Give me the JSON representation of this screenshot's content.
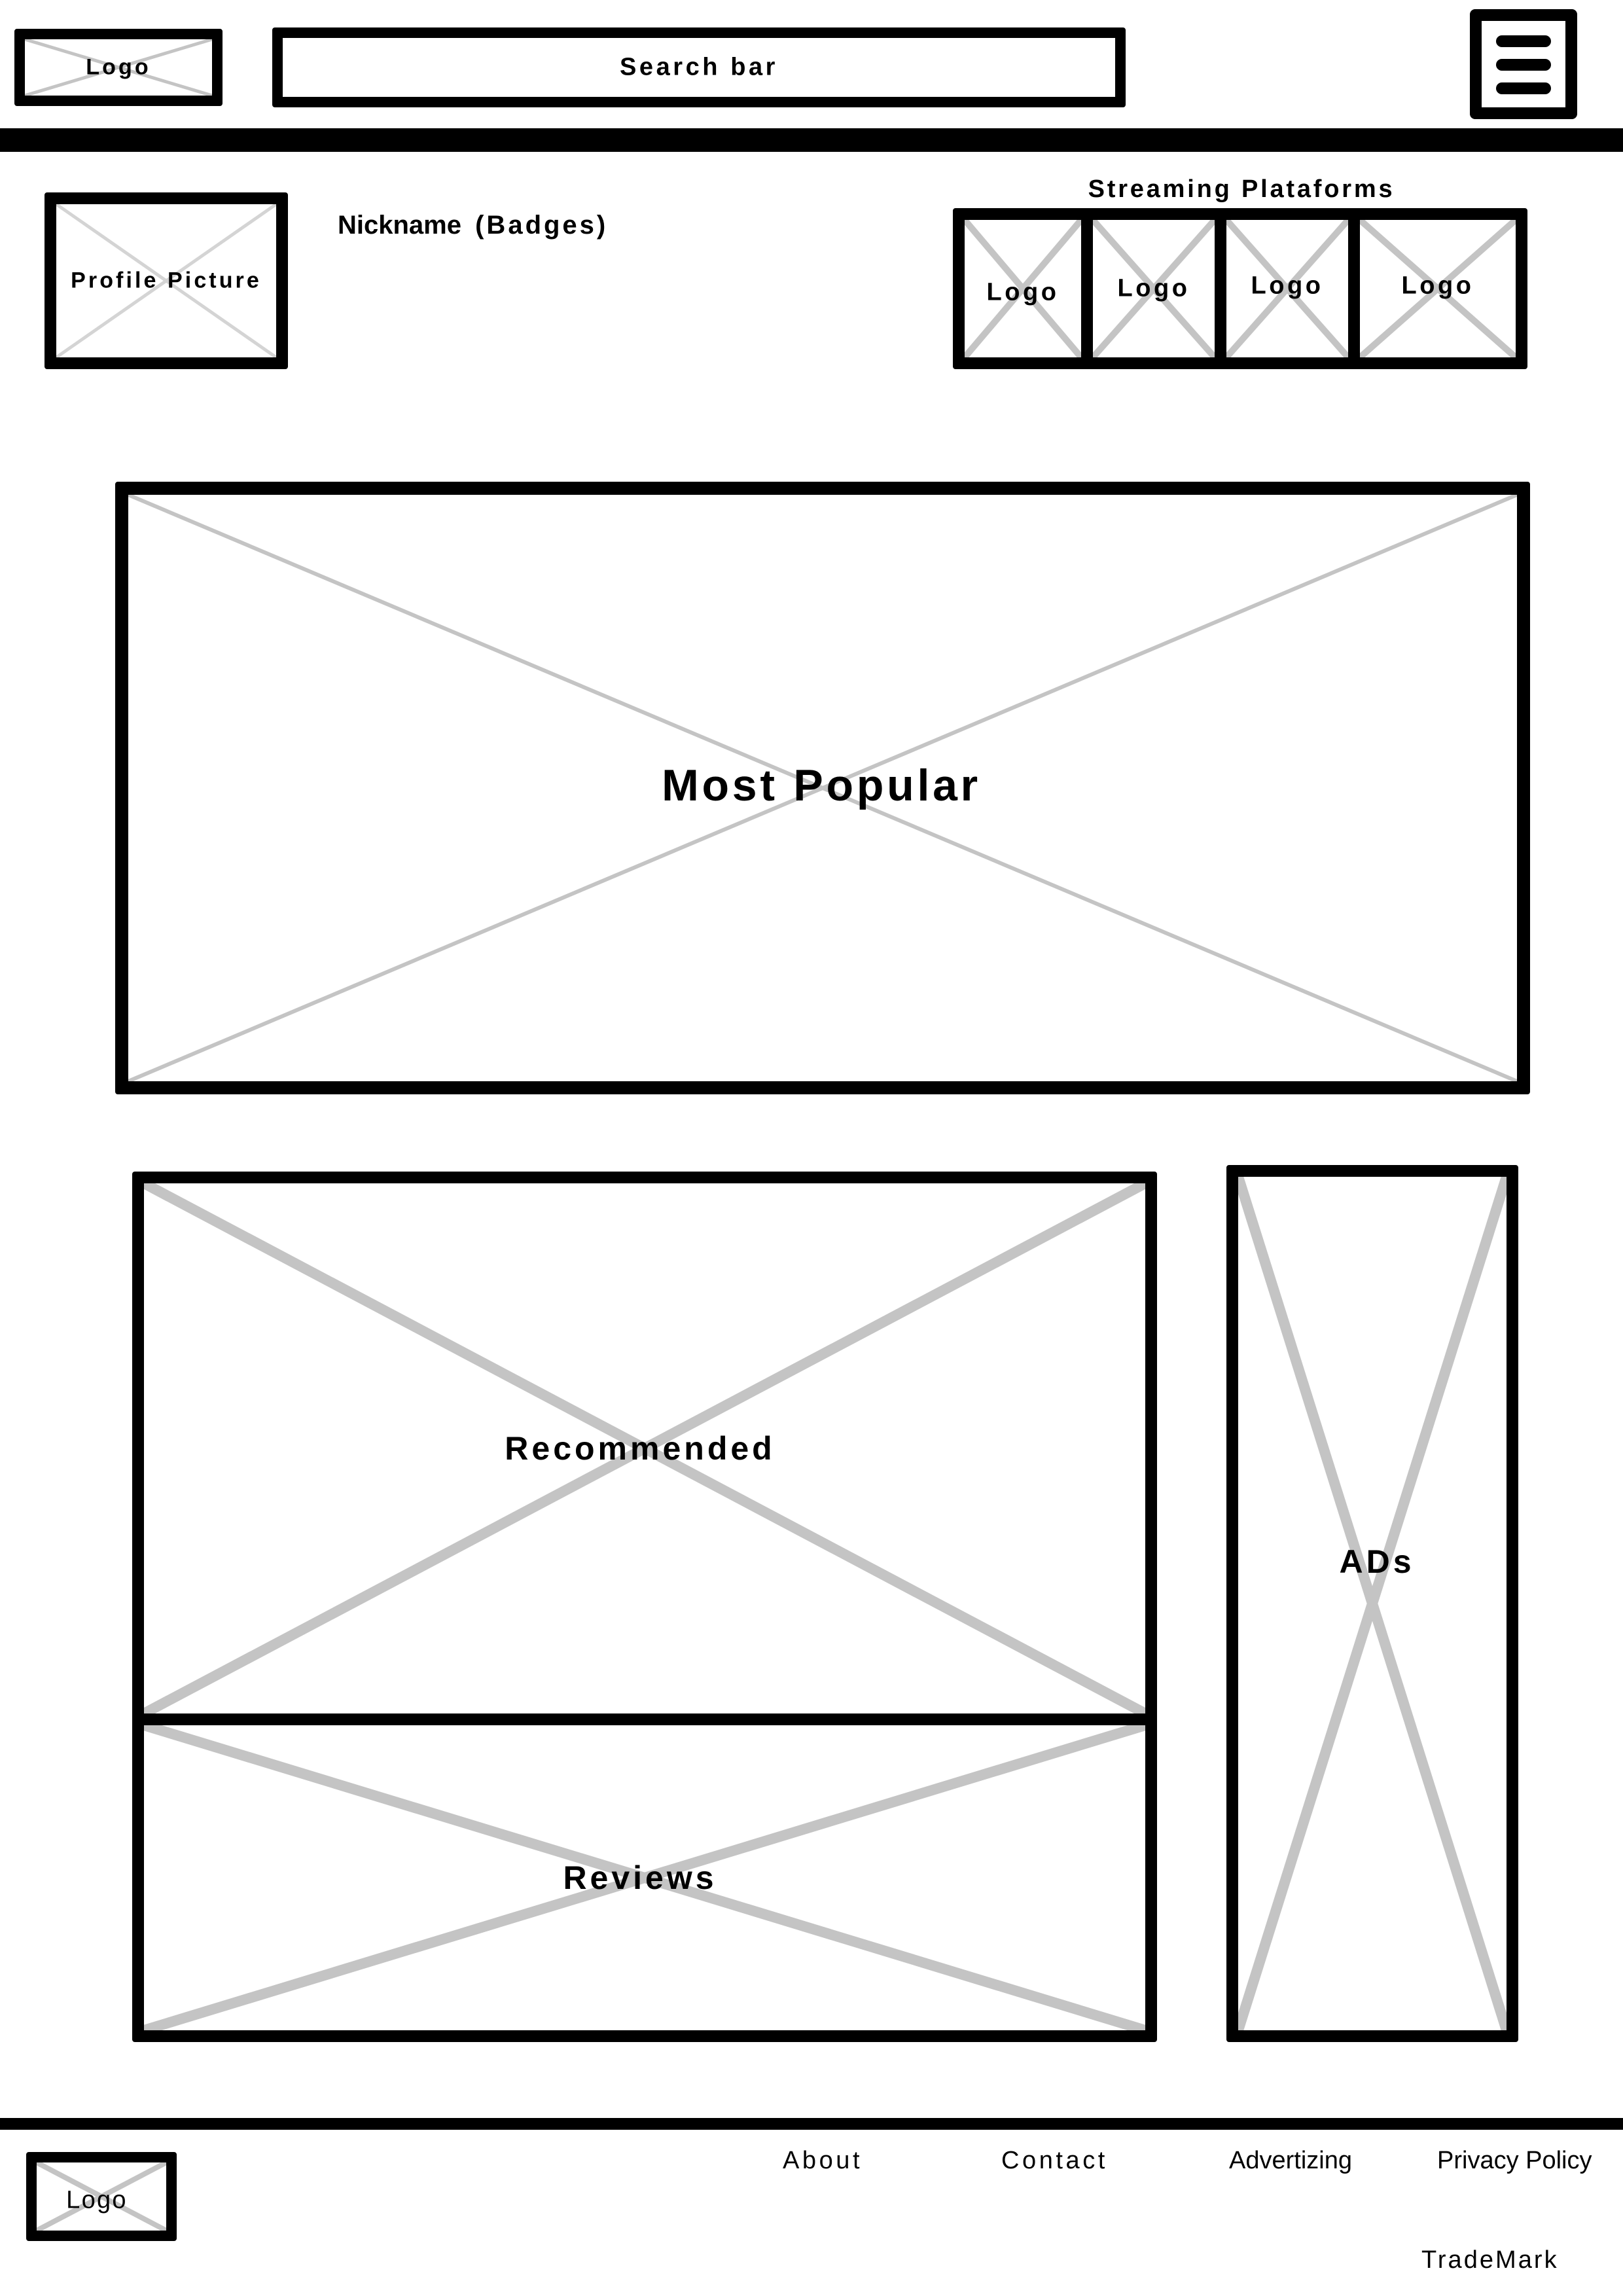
{
  "header": {
    "logo_label": "Logo",
    "search_label": "Search bar",
    "menu_icon": "hamburger-menu-icon"
  },
  "profile": {
    "picture_label": "Profile Picture",
    "nickname": "Nickname",
    "badges": "(Badges)"
  },
  "streaming": {
    "title": "Streaming Plataforms",
    "logos": [
      "Logo",
      "Logo",
      "Logo",
      "Logo"
    ]
  },
  "main": {
    "most_popular_label": "Most Popular",
    "recommended_label": "Recommended",
    "reviews_label": "Reviews",
    "ads_label": "ADs"
  },
  "footer": {
    "logo_label": "Logo",
    "links": [
      "About",
      "Contact",
      "Advertizing",
      "Privacy Policy"
    ],
    "trademark": "TradeMark"
  },
  "colors": {
    "stroke": "#000000",
    "placeholder_x": "#c4c4c4",
    "background": "#ffffff"
  }
}
